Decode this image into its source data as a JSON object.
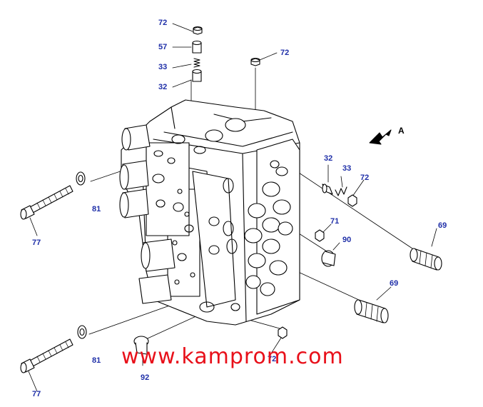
{
  "diagram": {
    "direction_label": "A",
    "callouts": [
      {
        "id": "c72a",
        "text": "72"
      },
      {
        "id": "c57",
        "text": "57"
      },
      {
        "id": "c33a",
        "text": "33"
      },
      {
        "id": "c32a",
        "text": "32"
      },
      {
        "id": "c72b",
        "text": "72"
      },
      {
        "id": "c81a",
        "text": "81"
      },
      {
        "id": "c77a",
        "text": "77"
      },
      {
        "id": "c32b",
        "text": "32"
      },
      {
        "id": "c33b",
        "text": "33"
      },
      {
        "id": "c72c",
        "text": "72"
      },
      {
        "id": "c71",
        "text": "71"
      },
      {
        "id": "c90",
        "text": "90"
      },
      {
        "id": "c69a",
        "text": "69"
      },
      {
        "id": "c69b",
        "text": "69"
      },
      {
        "id": "c81b",
        "text": "81"
      },
      {
        "id": "c92",
        "text": "92"
      },
      {
        "id": "c72d",
        "text": "72"
      },
      {
        "id": "c77b",
        "text": "77"
      }
    ]
  },
  "watermark": "www.kamprom.com"
}
